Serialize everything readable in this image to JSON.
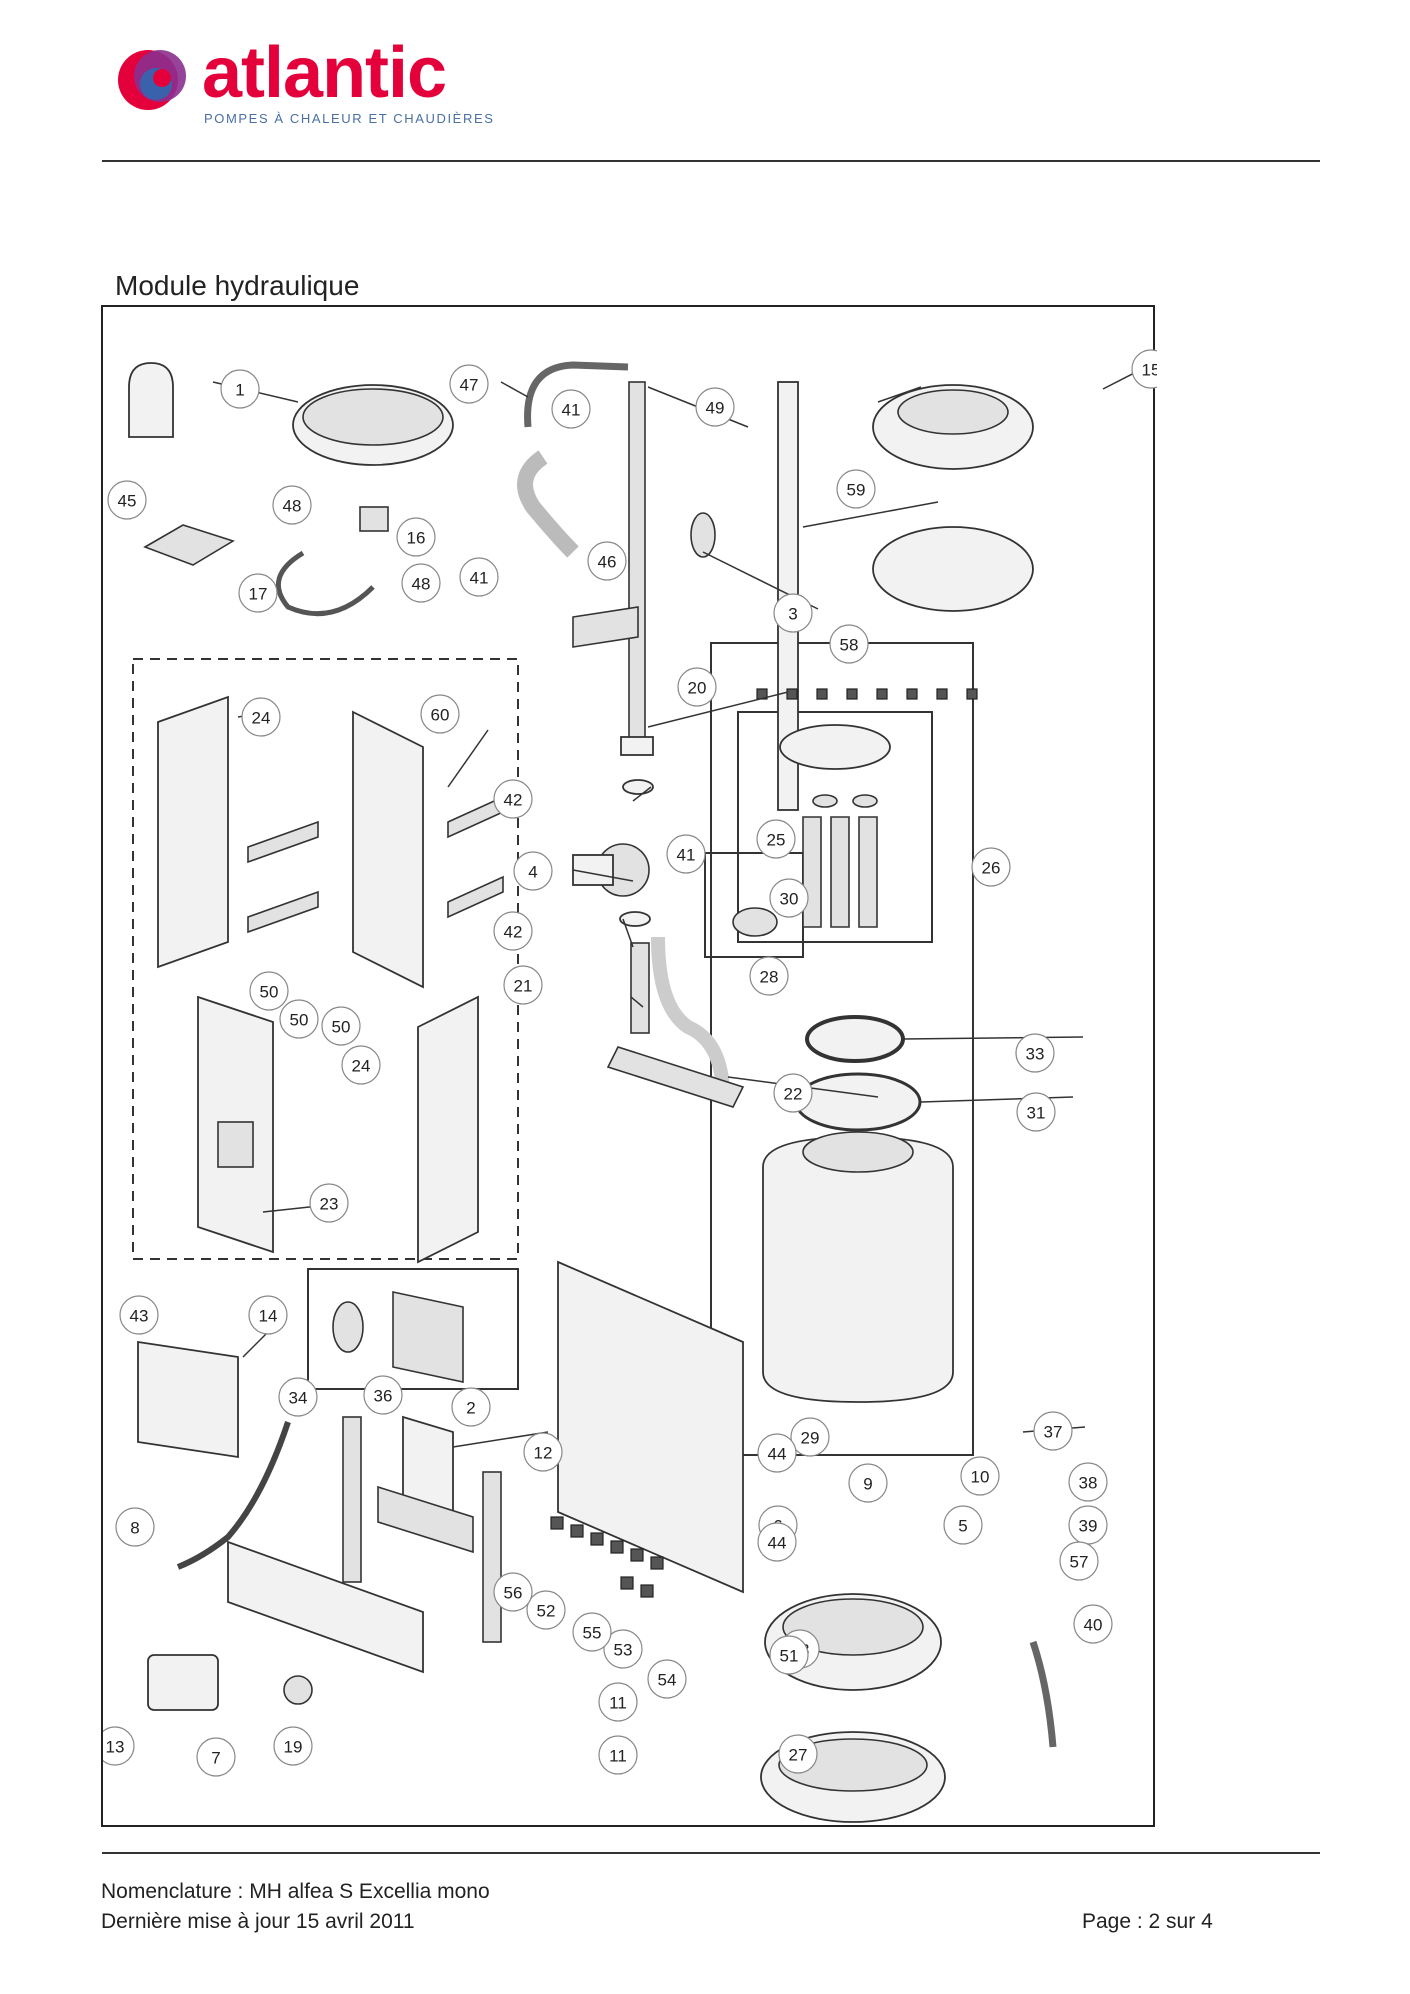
{
  "brand": {
    "name": "atlantic",
    "tagline": "POMPES À CHALEUR ET CHAUDIÈRES",
    "colors": {
      "red": "#e4003a",
      "purple": "#8b2f8f",
      "blue": "#2a6cb3"
    }
  },
  "section_title": "Module hydraulique",
  "callouts": [
    {
      "id": "1",
      "label": "1"
    },
    {
      "id": "2",
      "label": "2"
    },
    {
      "id": "3",
      "label": "3"
    },
    {
      "id": "4",
      "label": "4"
    },
    {
      "id": "5",
      "label": "5"
    },
    {
      "id": "6",
      "label": "6"
    },
    {
      "id": "7",
      "label": "7"
    },
    {
      "id": "8",
      "label": "8"
    },
    {
      "id": "9",
      "label": "9"
    },
    {
      "id": "10",
      "label": "10"
    },
    {
      "id": "11a",
      "label": "11"
    },
    {
      "id": "11b",
      "label": "11"
    },
    {
      "id": "12",
      "label": "12"
    },
    {
      "id": "13",
      "label": "13"
    },
    {
      "id": "14",
      "label": "14"
    },
    {
      "id": "15",
      "label": "15"
    },
    {
      "id": "16",
      "label": "16"
    },
    {
      "id": "17",
      "label": "17"
    },
    {
      "id": "18",
      "label": "18"
    },
    {
      "id": "19",
      "label": "19"
    },
    {
      "id": "20",
      "label": "20"
    },
    {
      "id": "21",
      "label": "21"
    },
    {
      "id": "22",
      "label": "22"
    },
    {
      "id": "23",
      "label": "23"
    },
    {
      "id": "24a",
      "label": "24"
    },
    {
      "id": "24b",
      "label": "24"
    },
    {
      "id": "25",
      "label": "25"
    },
    {
      "id": "26",
      "label": "26"
    },
    {
      "id": "27",
      "label": "27"
    },
    {
      "id": "28",
      "label": "28"
    },
    {
      "id": "29",
      "label": "29"
    },
    {
      "id": "30",
      "label": "30"
    },
    {
      "id": "31",
      "label": "31"
    },
    {
      "id": "33",
      "label": "33"
    },
    {
      "id": "34",
      "label": "34"
    },
    {
      "id": "36",
      "label": "36"
    },
    {
      "id": "37",
      "label": "37"
    },
    {
      "id": "38",
      "label": "38"
    },
    {
      "id": "39",
      "label": "39"
    },
    {
      "id": "40",
      "label": "40"
    },
    {
      "id": "41a",
      "label": "41"
    },
    {
      "id": "41b",
      "label": "41"
    },
    {
      "id": "41c",
      "label": "41"
    },
    {
      "id": "42a",
      "label": "42"
    },
    {
      "id": "42b",
      "label": "42"
    },
    {
      "id": "43",
      "label": "43"
    },
    {
      "id": "44a",
      "label": "44"
    },
    {
      "id": "44b",
      "label": "44"
    },
    {
      "id": "45",
      "label": "45"
    },
    {
      "id": "46",
      "label": "46"
    },
    {
      "id": "47",
      "label": "47"
    },
    {
      "id": "48a",
      "label": "48"
    },
    {
      "id": "48b",
      "label": "48"
    },
    {
      "id": "49",
      "label": "49"
    },
    {
      "id": "50a",
      "label": "50"
    },
    {
      "id": "50b",
      "label": "50"
    },
    {
      "id": "50c",
      "label": "50"
    },
    {
      "id": "51",
      "label": "51"
    },
    {
      "id": "52",
      "label": "52"
    },
    {
      "id": "53",
      "label": "53"
    },
    {
      "id": "54",
      "label": "54"
    },
    {
      "id": "55",
      "label": "55"
    },
    {
      "id": "56",
      "label": "56"
    },
    {
      "id": "57",
      "label": "57"
    },
    {
      "id": "58",
      "label": "58"
    },
    {
      "id": "59",
      "label": "59"
    },
    {
      "id": "60",
      "label": "60"
    }
  ],
  "footer": {
    "nomenclature": "Nomenclature : MH alfea S Excellia mono",
    "updated": "Dernière mise à jour 15 avril 2011",
    "page": "Page : 2 sur 4"
  }
}
